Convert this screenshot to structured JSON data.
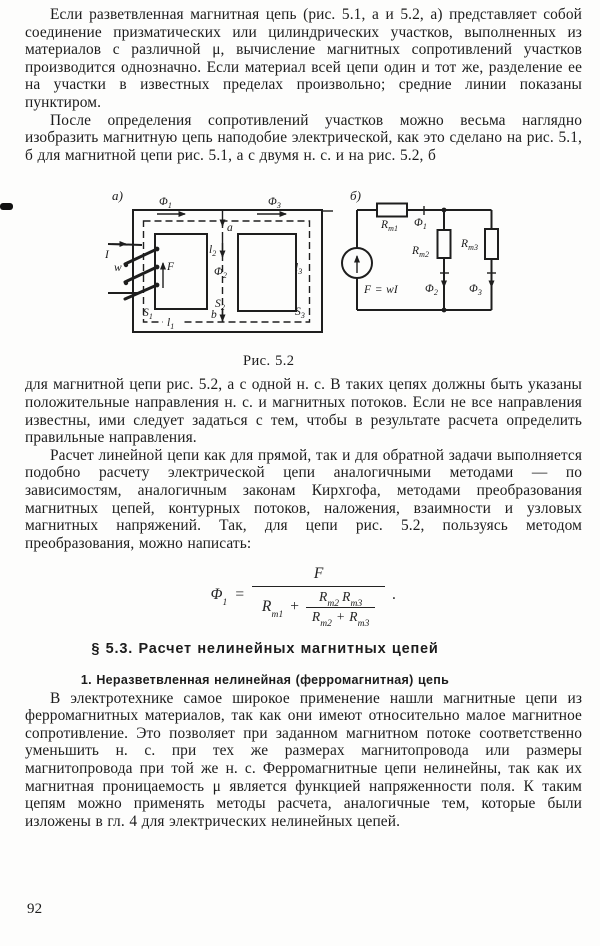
{
  "page_number": "92",
  "body": {
    "p1": "Если разветвленная магнитная цепь (рис. 5.1, а и 5.2, а) представляет собой соединение призматических или цилиндрических участков, выполненных из материалов с различной μ, вычисление магнитных сопротивлений участков производится однозначно. Если материал всей цепи один и тот же, разделение ее на участки в известных пределах произвольно; средние линии показаны пунктиром.",
    "p2": "После определения сопротивлений участков можно весьма наглядно изобразить магнитную цепь наподобие электрической, как это сделано на рис. 5.1, б для магнитной цепи рис. 5.1, а с двумя н. с. и на рис. 5.2, б",
    "p3": "для магнитной цепи рис. 5.2, а с одной н. с. В таких цепях должны быть указаны положительные направления н. с. и магнитных потоков. Если не все направления известны, ими следует задаться с тем, чтобы в результате расчета определить правильные направления.",
    "p4": "Расчет линейной цепи как для прямой, так и для обратной задачи выполняется подобно расчету электрической цепи аналогичными методами — по зависимостям, аналогичным законам Кирхгофа, методами преобразования магнитных цепей, контурных потоков, наложения, взаимности и узловых магнитных напряжений. Так, для цепи рис. 5.2, пользуясь методом преобразования, можно написать:",
    "p5": "В электротехнике самое широкое применение нашли магнитные цепи из ферромагнитных материалов, так как они имеют относительно малое магнитное сопротивление. Это позволяет при заданном магнитном потоке соответственно уменьшить н. с. при тех же размерах магнитопровода или размеры магнитопровода при той же н. с. Ферромагнитные цепи нелинейны, так как их магнитная проницаемость μ является функцией напряженности поля. К таким цепям можно применять методы расчета, аналогичные тем, которые были изложены в гл. 4 для электрических нелинейных цепей."
  },
  "headings": {
    "section": "§ 5.3. Расчет нелинейных магнитных цепей",
    "subsection": "1. Неразветвленная нелинейная (ферромагнитная) цепь"
  },
  "figure": {
    "caption": "Рис. 5.2",
    "a": {
      "tag": "а)",
      "flux1": {
        "b": "Φ",
        "s": "1"
      },
      "flux2": {
        "b": "Φ",
        "s": "2"
      },
      "flux3": {
        "b": "Φ",
        "s": "3"
      },
      "len1": {
        "b": "l",
        "s": "1"
      },
      "len2": {
        "b": "l",
        "s": "2"
      },
      "len3": {
        "b": "l",
        "s": "3"
      },
      "sec1": {
        "b": "S",
        "s": "1"
      },
      "sec2": {
        "b": "S",
        "s": "2"
      },
      "sec3": {
        "b": "S",
        "s": "3"
      },
      "node_a": "a",
      "node_b": "b",
      "current": "I",
      "turns": "w",
      "mmf": "F"
    },
    "b": {
      "tag": "б)",
      "r1": {
        "b": "R",
        "s": "m1"
      },
      "r2": {
        "b": "R",
        "s": "m2"
      },
      "r3": {
        "b": "R",
        "s": "m3"
      },
      "flux1": {
        "b": "Φ",
        "s": "1"
      },
      "flux2": {
        "b": "Φ",
        "s": "2"
      },
      "flux3": {
        "b": "Φ",
        "s": "3"
      },
      "source": "F = wI"
    }
  },
  "formula": {
    "lhs": {
      "b": "Φ",
      "s": "1"
    },
    "eq": "=",
    "num": "F",
    "r1": {
      "b": "R",
      "s": "m1"
    },
    "plus": "+",
    "pr2": {
      "b": "R",
      "s": "m2"
    },
    "pr3": {
      "b": "R",
      "s": "m3"
    },
    "dr2": {
      "b": "R",
      "s": "m2"
    },
    "dplus": "+",
    "dr3": {
      "b": "R",
      "s": "m3"
    },
    "end": "."
  }
}
